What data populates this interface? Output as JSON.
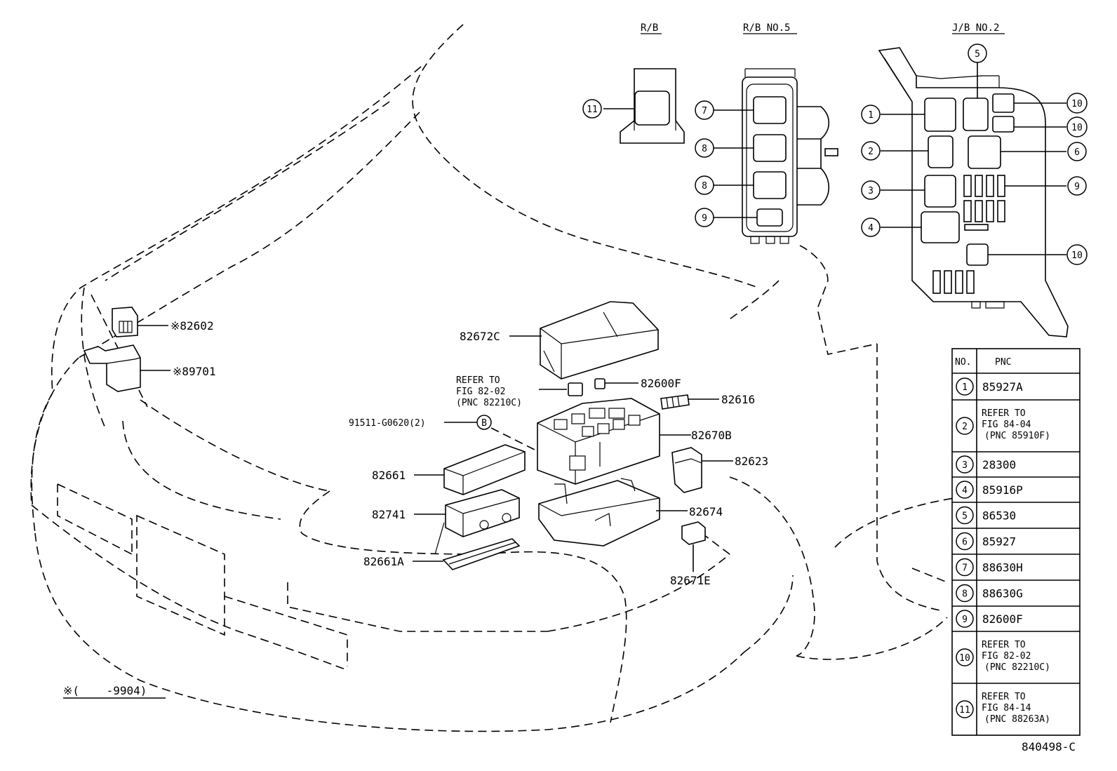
{
  "headers": {
    "rb": "R/B",
    "rb_no5": "R/B NO.5",
    "jb_no2": "J/B NO.2"
  },
  "part_labels": {
    "p82602": "※82602",
    "p89701": "※89701",
    "p82672C": "82672C",
    "refer_line1": "REFER TO",
    "refer_line2": "FIG 82-02",
    "refer_line3": "(PNC 82210C)",
    "p82600F": "82600F",
    "p82616": "82616",
    "bolt": "91511-G0620(2)",
    "bolt_marker": "B",
    "p82670B": "82670B",
    "p82623": "82623",
    "p82661": "82661",
    "p82674": "82674",
    "p82741": "82741",
    "p82661A": "82661A",
    "p82671E": "82671E"
  },
  "callouts": {
    "rb": [
      "11"
    ],
    "rb_no5": [
      "7",
      "8",
      "8",
      "9"
    ],
    "jb_left": [
      "1",
      "2",
      "3",
      "4"
    ],
    "jb_top": [
      "5"
    ],
    "jb_right": [
      "10",
      "10",
      "6",
      "9",
      "10"
    ]
  },
  "table": {
    "headers": {
      "no": "NO.",
      "pnc": "PNC"
    },
    "rows": [
      {
        "no": "1",
        "pnc": [
          "85927A"
        ]
      },
      {
        "no": "2",
        "pnc": [
          "REFER TO",
          "FIG 84-04",
          "(PNC 85910F)"
        ]
      },
      {
        "no": "3",
        "pnc": [
          "28300"
        ]
      },
      {
        "no": "4",
        "pnc": [
          "85916P"
        ]
      },
      {
        "no": "5",
        "pnc": [
          "86530"
        ]
      },
      {
        "no": "6",
        "pnc": [
          "85927"
        ]
      },
      {
        "no": "7",
        "pnc": [
          "88630H"
        ]
      },
      {
        "no": "8",
        "pnc": [
          "88630G"
        ]
      },
      {
        "no": "9",
        "pnc": [
          "82600F"
        ]
      },
      {
        "no": "10",
        "pnc": [
          "REFER TO",
          "FIG 82-02",
          "(PNC 82210C)"
        ]
      },
      {
        "no": "11",
        "pnc": [
          "REFER TO",
          "FIG 84-14",
          "(PNC 88263A)"
        ]
      }
    ]
  },
  "footnote": "※(    -9904)",
  "figure_id": "840498-C"
}
